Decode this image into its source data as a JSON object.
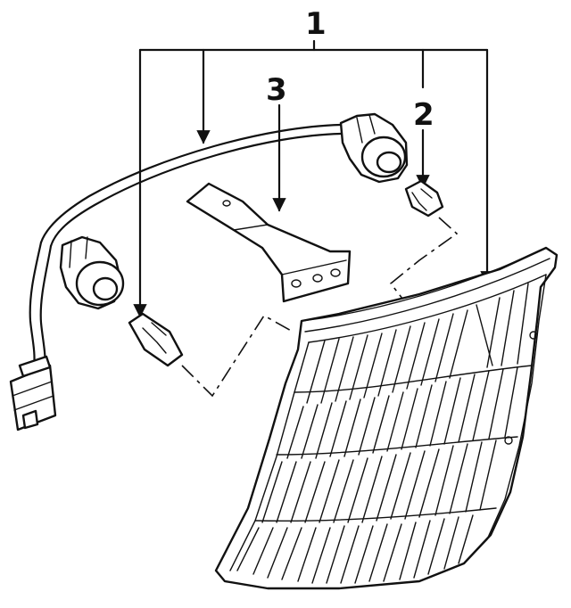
{
  "callouts": {
    "c1": "1",
    "c2": "2",
    "c3": "3"
  },
  "colors": {
    "ink": "#111111",
    "background": "#ffffff"
  }
}
